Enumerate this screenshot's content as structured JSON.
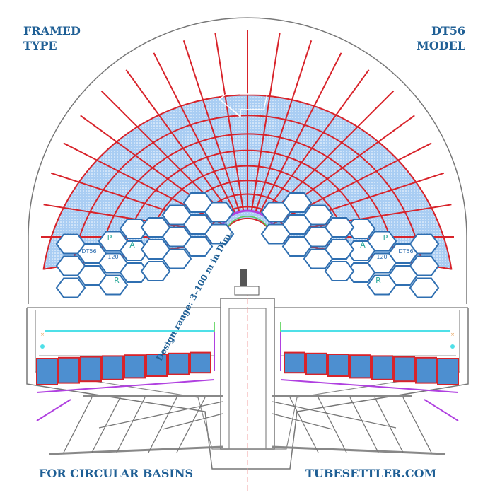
{
  "labels": {
    "top_left": [
      "FRAMED",
      "TYPE"
    ],
    "top_right": [
      "DT56",
      "MODEL"
    ],
    "bottom_left": "FOR CIRCULAR BASINS",
    "bottom_right": "TUBESETTLER.COM",
    "design_range": "Design range: 3–100 m in Dim."
  },
  "hex_marks": {
    "p": "P",
    "a": "A",
    "r": "R",
    "model": "DT56",
    "dim": "120"
  },
  "colors": {
    "media_fill": "#a9cdf3",
    "frame": "#d8232a",
    "text": "#1f5f95",
    "hex_stroke": "#2f6fb1",
    "launder": "#b040e0",
    "water": "#4fe0e8"
  }
}
